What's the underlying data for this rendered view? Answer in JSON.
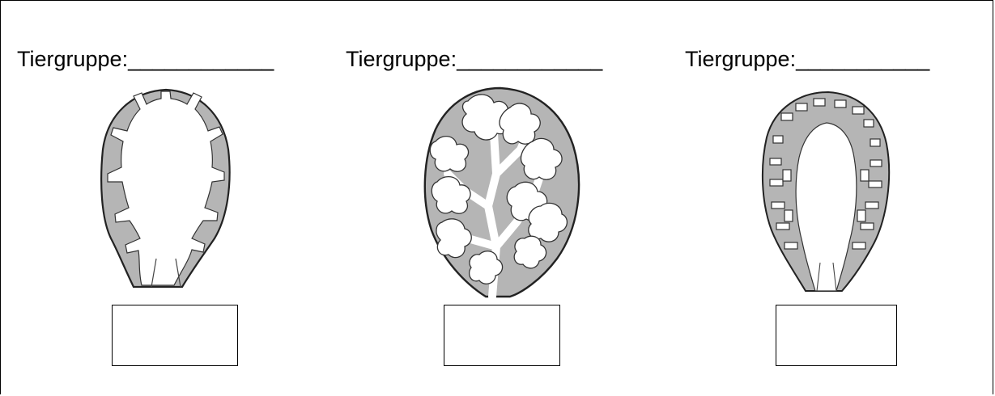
{
  "worksheet": {
    "panels": [
      {
        "label": "Tiergruppe:____________",
        "drawing_icon": "lung-simple-folds-icon",
        "answer_value": ""
      },
      {
        "label": "Tiergruppe:____________",
        "drawing_icon": "lung-branched-alveoli-icon",
        "answer_value": ""
      },
      {
        "label": "Tiergruppe:___________",
        "drawing_icon": "lung-chambered-icon",
        "answer_value": ""
      }
    ],
    "colors": {
      "tissue": "#b5b5b5",
      "outline": "#222222"
    }
  }
}
